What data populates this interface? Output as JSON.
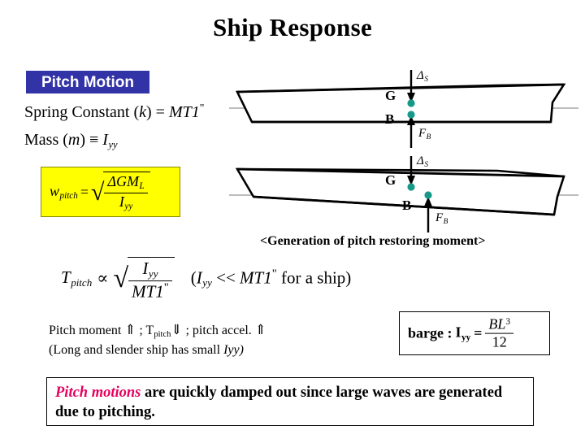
{
  "slide": {
    "title": "Ship Response",
    "badge": "Pitch Motion"
  },
  "definitions": {
    "spring_constant": {
      "prefix": "Spring  Constant (",
      "symbol": "k",
      "equals": ") = ",
      "value": "MT1",
      "value_prime": "\""
    },
    "mass": {
      "prefix": "Mass  (",
      "symbol": "m",
      "equiv": ") ≡ ",
      "value": "I",
      "value_sub": "yy"
    }
  },
  "pitch_frequency": {
    "lhs": "w",
    "lhs_sub": "pitch",
    "equals": "=",
    "radical_sign": "√",
    "numerator": "ΔGM",
    "numerator_sub": "L",
    "denominator": "I",
    "denominator_sub": "yy",
    "box_color": "#ffff00"
  },
  "pitch_period": {
    "lhs": "T",
    "lhs_sub": "pitch",
    "proportional": "∝",
    "radical_sign": "√",
    "numerator": "I",
    "numerator_sub": "yy",
    "denominator": "MT1",
    "denominator_prime": "\"",
    "note_open": "(",
    "note_symbol": "I",
    "note_symbol_sub": "yy",
    "note_relation": " << ",
    "note_compare": "MT1",
    "note_compare_prime": "\"",
    "note_tail": " for a ship)"
  },
  "diagrams": {
    "caption": "<Generation of pitch restoring moment>",
    "upright": {
      "name": "ship-upright",
      "labels": {
        "gravity_center": "G",
        "buoyancy_center": "B",
        "weight_force": "Δ",
        "weight_force_sub": "S",
        "buoyancy_force": "F",
        "buoyancy_force_sub": "B"
      }
    },
    "trimmed": {
      "name": "ship-trimmed",
      "labels": {
        "gravity_center": "G",
        "buoyancy_center": "B",
        "weight_force": "Δ",
        "weight_force_sub": "S",
        "buoyancy_force": "F",
        "buoyancy_force_sub": "B"
      }
    },
    "marker_color": "#17998a",
    "waterline_color": "#a6a6a6"
  },
  "notes": {
    "line1_a": "Pitch moment ",
    "line1_up1": "⇑",
    "line1_b": " ; T",
    "line1_sub": "pitch",
    "line1_down": "⇓",
    "line1_c": " ; pitch accel. ",
    "line1_up2": "⇑",
    "line2": "(Long and slender ship has small ",
    "line2_italic": "Iyy)"
  },
  "barge": {
    "label": "barge : ",
    "symbol": "I",
    "symbol_sub": "yy",
    "equals": " = ",
    "numerator": "BL",
    "numerator_sup": "3",
    "denominator": "12"
  },
  "summary": {
    "highlight": "Pitch motions",
    "highlight_color": "#e8005f",
    "rest": " are quickly damped out since large waves are generated due to pitching."
  }
}
